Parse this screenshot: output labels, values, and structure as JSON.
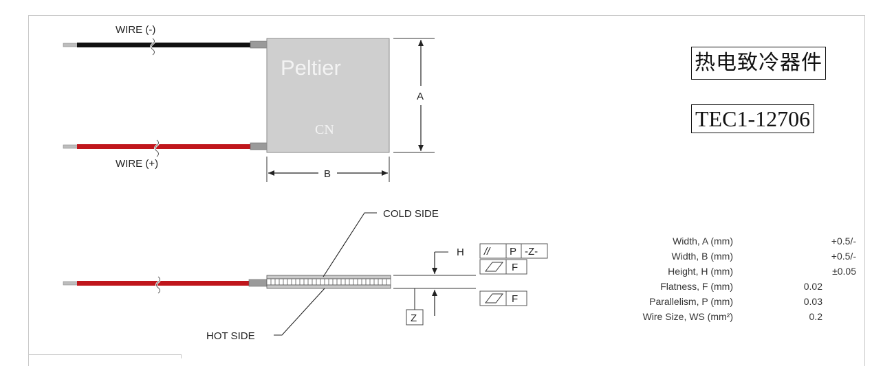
{
  "top_view": {
    "wire_neg_label": "WIRE (-)",
    "wire_pos_label": "WIRE (+)",
    "module_brand": "Peltier",
    "module_origin": "CN",
    "dim_a": "A",
    "dim_b": "B"
  },
  "title_boxes": {
    "chinese_name": "热电致冷器件",
    "model": "TEC1-12706"
  },
  "side_view": {
    "cold_side_label": "COLD SIDE",
    "hot_side_label": "HOT SIDE",
    "h_label": "H",
    "z_label": "Z",
    "tol_parallel_symbol": "//",
    "tol_p": "P",
    "tol_z": "-Z-",
    "tol_f_top": "F",
    "tol_f_bottom": "F"
  },
  "specs": [
    {
      "label": "Width, A (mm)",
      "value": "+0.5/-",
      "col": "tol"
    },
    {
      "label": "Width, B (mm)",
      "value": "+0.5/-",
      "col": "tol"
    },
    {
      "label": "Height, H (mm)",
      "value": "±0.05",
      "col": "tol"
    },
    {
      "label": "Flatness, F (mm)",
      "value": "0.02",
      "col": "val"
    },
    {
      "label": "Parallelism, P (mm)",
      "value": "0.03",
      "col": "val"
    },
    {
      "label": "Wire Size, WS (mm²)",
      "value": "0.2",
      "col": "val"
    }
  ],
  "colors": {
    "wire_neg": "#111111",
    "wire_pos": "#c0161c",
    "module_fill": "#cfcfcf",
    "line": "#222222"
  }
}
